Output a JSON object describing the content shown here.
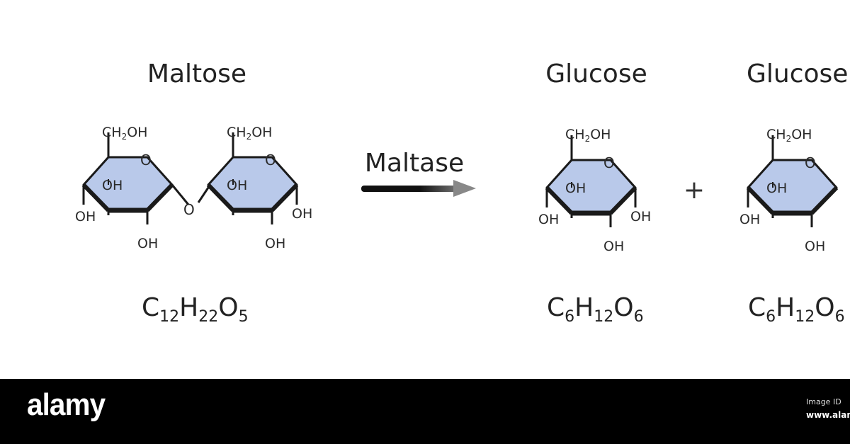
{
  "reactant": {
    "name": "Maltose",
    "formula": {
      "c": "C",
      "c_n": "12",
      "h": "H",
      "h_n": "22",
      "o": "O",
      "o_n": "5"
    },
    "groups": {
      "ch2oh": [
        "CH",
        "2",
        "OH"
      ],
      "oh": "OH",
      "ring_o": "O",
      "bridge_o": "O"
    }
  },
  "enzyme": "Maltase",
  "operator": "+",
  "products": [
    {
      "name": "Glucose",
      "formula": {
        "c": "C",
        "c_n": "6",
        "h": "H",
        "h_n": "12",
        "o": "O",
        "o_n": "6"
      }
    },
    {
      "name": "Glucose",
      "formula": {
        "c": "C",
        "c_n": "6",
        "h": "H",
        "h_n": "12",
        "o": "O",
        "o_n": "6"
      }
    }
  ],
  "footer": {
    "logo": "alamy",
    "image_id_text": "Image ID",
    "site_text": "www.alamy.com"
  },
  "colors": {
    "ring_fill": "#b9c9ea",
    "bond": "#1a1a1a",
    "footer_bg": "#000000"
  }
}
